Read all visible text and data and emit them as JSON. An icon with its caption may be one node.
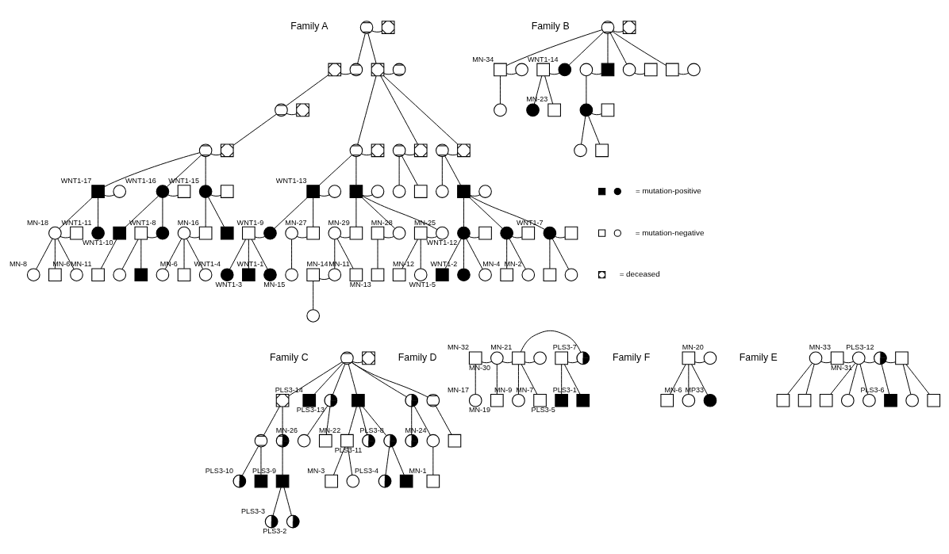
{
  "diagram": {
    "nodes": [
      {
        "text": [],
        "shape": "circle"
      },
      {
        "text": [],
        "shape": "box"
      },
      {
        "text": [],
        "shape": "box"
      },
      {
        "text": [],
        "shape": "circle"
      },
      {
        "text": [],
        "shape": "box"
      },
      {
        "text": [],
        "shape": "circle"
      },
      {
        "text": [],
        "shape": "circle"
      },
      {
        "text": [],
        "shape": "box"
      },
      {
        "text": [],
        "shape": "circle"
      },
      {
        "text": [],
        "shape": "box"
      },
      {
        "text": [],
        "shape": "circle"
      },
      {
        "text": [],
        "shape": "box"
      },
      {
        "text": [],
        "shape": "circle"
      },
      {
        "text": [],
        "shape": "box"
      },
      {
        "text": [],
        "shape": "circle"
      },
      {
        "text": [],
        "shape": "box"
      },
      {
        "text": [],
        "shape": "box",
        "beside": [
          "WNT1-17"
        ]
      },
      {
        "text": [],
        "shape": "circle"
      },
      {
        "text": [],
        "shape": "circle",
        "beside": [
          "WNT1-16"
        ]
      },
      {
        "text": [],
        "shape": "box"
      },
      {
        "text": [],
        "shape": "circle",
        "beside": [
          "WNT1-15"
        ]
      },
      {
        "text": [],
        "shape": "box"
      },
      {
        "text": [],
        "shape": "box",
        "beside": [
          "WNT1-13"
        ]
      },
      {
        "text": [],
        "shape": "circle"
      },
      {
        "text": [],
        "shape": "box"
      },
      {
        "text": [],
        "shape": "circle"
      },
      {
        "text": [],
        "shape": "circle"
      },
      {
        "text": [],
        "shape": "box"
      },
      {
        "text": [],
        "shape": "circle"
      },
      {
        "text": [],
        "shape": "box"
      },
      {
        "text": [],
        "shape": "circle"
      },
      {
        "text": [],
        "shape": "circle",
        "beside": [
          "MN-18"
        ]
      },
      {
        "text": [],
        "shape": "box"
      },
      {
        "text": [],
        "shape": "circle",
        "beside": [
          "WNT1-11"
        ]
      },
      {
        "text": [],
        "shape": "box",
        "beside": [
          "WNT1-10"
        ]
      },
      {
        "text": [],
        "shape": "box"
      },
      {
        "text": [],
        "shape": "circle",
        "beside": [
          "WNT1-8"
        ]
      },
      {
        "text": [],
        "shape": "circle"
      },
      {
        "text": [],
        "shape": "box",
        "beside": [
          "MN-16"
        ]
      },
      {
        "text": [],
        "shape": "box"
      },
      {
        "text": [],
        "shape": "box"
      },
      {
        "text": [],
        "shape": "circle",
        "beside": [
          "WNT1-9"
        ]
      },
      {
        "text": [],
        "shape": "circle"
      },
      {
        "text": [],
        "shape": "box",
        "beside": [
          "MN-27"
        ]
      },
      {
        "text": [],
        "shape": "circle"
      },
      {
        "text": [],
        "shape": "box",
        "beside": [
          "MN-29"
        ]
      },
      {
        "text": [],
        "shape": "box"
      },
      {
        "text": [],
        "shape": "circle",
        "beside": [
          "MN-28"
        ]
      },
      {
        "text": [],
        "shape": "box"
      },
      {
        "text": [],
        "shape": "circle",
        "beside": [
          "MN-25"
        ]
      },
      {
        "text": [],
        "shape": "circle",
        "beside": [
          "WNT1-12"
        ]
      },
      {
        "text": [],
        "shape": "box"
      },
      {
        "text": [],
        "shape": "circle"
      },
      {
        "text": [],
        "shape": "box"
      },
      {
        "text": [],
        "shape": "circle",
        "beside": [
          "WNT1-7"
        ]
      },
      {
        "text": [],
        "shape": "box"
      },
      {
        "text": [],
        "shape": "circle",
        "beside": [
          "MN-8"
        ]
      },
      {
        "text": [],
        "shape": "box"
      },
      {
        "text": [],
        "shape": "circle",
        "beside": [
          "MN-6"
        ]
      },
      {
        "text": [],
        "shape": "box",
        "beside": [
          "MN-11"
        ]
      },
      {
        "text": [],
        "shape": "circle"
      },
      {
        "text": [],
        "shape": "box"
      },
      {
        "text": [],
        "shape": "circle"
      },
      {
        "text": [],
        "shape": "box",
        "beside": [
          "MN-6"
        ]
      },
      {
        "text": [],
        "shape": "circle"
      },
      {
        "text": [],
        "shape": "circle",
        "beside": [
          "WNT1-4"
        ]
      },
      {
        "text": [],
        "shape": "box",
        "beside": [
          "WNT1-3"
        ]
      },
      {
        "text": [],
        "shape": "circle",
        "beside": [
          "WNT1-1"
        ]
      },
      {
        "text": [],
        "shape": "circle",
        "beside": [
          "MN-15"
        ]
      },
      {
        "text": [],
        "shape": "box"
      },
      {
        "text": [],
        "shape": "circle",
        "beside": [
          "MN-14"
        ]
      },
      {
        "text": [],
        "shape": "box",
        "beside": [
          "MN-11"
        ]
      },
      {
        "text": [],
        "shape": "box",
        "beside": [
          "MN-13"
        ]
      },
      {
        "text": [],
        "shape": "box"
      },
      {
        "text": [],
        "shape": "circle",
        "beside": [
          "MN-12"
        ]
      },
      {
        "text": [],
        "shape": "box",
        "beside": [
          "WNT1-5"
        ]
      },
      {
        "text": [],
        "shape": "circle",
        "beside": [
          "WNT1-2"
        ]
      },
      {
        "text": [],
        "shape": "circle"
      },
      {
        "text": [],
        "shape": "box",
        "beside": [
          "MN-4"
        ]
      },
      {
        "text": [],
        "shape": "circle",
        "beside": [
          "MN-2"
        ]
      },
      {
        "text": [],
        "shape": "box"
      },
      {
        "text": [],
        "shape": "circle"
      },
      {
        "text": [],
        "shape": "circle"
      },
      {
        "text": [],
        "shape": "circle"
      },
      {
        "text": [],
        "shape": "box"
      },
      {
        "text": [],
        "shape": "box",
        "beside": [
          "MN-34"
        ]
      },
      {
        "text": [],
        "shape": "circle"
      },
      {
        "text": [],
        "shape": "box"
      },
      {
        "text": [],
        "shape": "circle",
        "beside": [
          "WNT1-14"
        ]
      },
      {
        "text": [],
        "shape": "circle"
      },
      {
        "text": [],
        "shape": "box"
      },
      {
        "text": [],
        "shape": "circle"
      },
      {
        "text": [],
        "shape": "box"
      },
      {
        "text": [],
        "shape": "box"
      },
      {
        "text": [],
        "shape": "circle"
      },
      {
        "text": [],
        "shape": "circle"
      },
      {
        "text": [],
        "shape": "circle"
      },
      {
        "text": [],
        "shape": "box",
        "beside": [
          "MN-23"
        ]
      },
      {
        "text": [],
        "shape": "circle"
      },
      {
        "text": [],
        "shape": "box"
      },
      {
        "text": [],
        "shape": "circle"
      },
      {
        "text": [],
        "shape": "box"
      },
      {
        "text": [],
        "shape": "circle"
      },
      {
        "text": [],
        "shape": "box"
      },
      {
        "text": [],
        "shape": "box"
      },
      {
        "text": [],
        "shape": "box",
        "beside": [
          "PLS3-14"
        ]
      },
      {
        "text": [],
        "shape": "circle",
        "beside": [
          "PLS3-13"
        ]
      },
      {
        "text": [],
        "shape": "box"
      },
      {
        "text": [],
        "shape": "circle"
      },
      {
        "text": [],
        "shape": "circle"
      },
      {
        "text": [],
        "shape": "circle"
      },
      {
        "text": [],
        "shape": "circle"
      },
      {
        "text": [],
        "shape": "circle",
        "beside": [
          "MN-26"
        ]
      },
      {
        "text": [],
        "shape": "box"
      },
      {
        "text": [],
        "shape": "box",
        "beside": [
          "MN-22"
        ]
      },
      {
        "text": [],
        "shape": "circle",
        "beside": [
          "PLS3-11"
        ]
      },
      {
        "text": [],
        "shape": "circle",
        "beside": [
          "PLS3-8"
        ]
      },
      {
        "text": [],
        "shape": "circle"
      },
      {
        "text": [],
        "shape": "circle",
        "beside": [
          "MN-24"
        ]
      },
      {
        "text": [],
        "shape": "box"
      },
      {
        "text": [],
        "shape": "circle",
        "beside": [
          "PLS3-10"
        ]
      },
      {
        "text": [],
        "shape": "box"
      },
      {
        "text": [],
        "shape": "box",
        "beside": [
          "PLS3-9"
        ]
      },
      {
        "text": [],
        "shape": "box",
        "beside": [
          "MN-3"
        ]
      },
      {
        "text": [],
        "shape": "circle"
      },
      {
        "text": [],
        "shape": "circle",
        "beside": [
          "PLS3-4"
        ]
      },
      {
        "text": [],
        "shape": "box"
      },
      {
        "text": [],
        "shape": "box",
        "beside": [
          "MN-1"
        ]
      },
      {
        "text": [],
        "shape": "circle",
        "beside": [
          "PLS3-3"
        ]
      },
      {
        "text": [],
        "shape": "circle",
        "beside": [
          "PLS3-2"
        ]
      },
      {
        "text": [],
        "shape": "box",
        "beside": [
          "MN-32"
        ]
      },
      {
        "text": [],
        "shape": "circle",
        "beside": [
          "MN-30"
        ]
      },
      {
        "text": [],
        "shape": "box",
        "beside": [
          "MN-21"
        ]
      },
      {
        "text": [],
        "shape": "circle"
      },
      {
        "text": [],
        "shape": "box"
      },
      {
        "text": [],
        "shape": "circle",
        "beside": [
          "PLS3-7"
        ]
      },
      {
        "text": [],
        "shape": "circle",
        "beside": [
          "MN-17"
        ]
      },
      {
        "text": [],
        "shape": "box",
        "beside": [
          "MN-19"
        ]
      },
      {
        "text": [],
        "shape": "circle",
        "beside": [
          "MN-9"
        ]
      },
      {
        "text": [],
        "shape": "box",
        "beside": [
          "MN-7"
        ]
      },
      {
        "text": [],
        "shape": "box",
        "beside": [
          "PLS3-5"
        ]
      },
      {
        "text": [],
        "shape": "box",
        "beside": [
          "PLS3-1"
        ]
      },
      {
        "text": [],
        "shape": "box"
      },
      {
        "text": [],
        "shape": "circle",
        "beside": [
          "MN-20"
        ]
      },
      {
        "text": [],
        "shape": "box"
      },
      {
        "text": [],
        "shape": "circle",
        "beside": [
          "MN-6"
        ]
      },
      {
        "text": [],
        "shape": "circle",
        "beside": [
          "MP33"
        ]
      },
      {
        "text": [],
        "shape": "circle"
      },
      {
        "text": [],
        "shape": "box",
        "beside": [
          "MN-33"
        ]
      },
      {
        "text": [],
        "shape": "circle",
        "beside": [
          "MN-31"
        ]
      },
      {
        "text": [],
        "shape": "circle",
        "beside": [
          "PLS3-12"
        ]
      },
      {
        "text": [],
        "shape": "box"
      },
      {
        "text": [],
        "shape": "box"
      },
      {
        "text": [],
        "shape": "box"
      },
      {
        "text": [],
        "shape": "box"
      },
      {
        "text": [],
        "shape": "circle"
      },
      {
        "text": [],
        "shape": "circle"
      },
      {
        "text": [],
        "shape": "box",
        "beside": [
          "PLS3-6"
        ]
      },
      {
        "text": [],
        "shape": "circle"
      },
      {
        "text": [],
        "shape": "box"
      }
    ],
    "edges": [
      {
        "from": 0,
        "to": 1,
        "arrow": "none"
      },
      {
        "from": 0,
        "to": 3,
        "arrow": "none"
      },
      {
        "from": 0,
        "to": 4,
        "arrow": "none"
      },
      {
        "from": 2,
        "to": 3,
        "arrow": "none"
      },
      {
        "from": 2,
        "to": 6,
        "arrow": "none"
      },
      {
        "from": 4,
        "to": 5,
        "arrow": "none"
      },
      {
        "from": 4,
        "to": 10,
        "arrow": "none"
      },
      {
        "from": 4,
        "to": 13,
        "arrow": "none"
      },
      {
        "from": 4,
        "to": 15,
        "arrow": "none"
      },
      {
        "from": 6,
        "to": 7,
        "arrow": "none"
      },
      {
        "from": 6,
        "to": 9,
        "arrow": "none"
      },
      {
        "from": 8,
        "to": 9,
        "arrow": "none"
      },
      {
        "from": 8,
        "to": 16,
        "arrow": "none"
      },
      {
        "from": 8,
        "to": 18,
        "arrow": "none"
      },
      {
        "from": 8,
        "to": 20,
        "arrow": "none"
      },
      {
        "from": 10,
        "to": 11,
        "arrow": "none"
      },
      {
        "from": 10,
        "to": 22,
        "arrow": "none"
      },
      {
        "from": 10,
        "to": 24,
        "arrow": "none"
      },
      {
        "from": 12,
        "to": 13,
        "arrow": "none"
      },
      {
        "from": 12,
        "to": 26,
        "arrow": "none"
      },
      {
        "from": 12,
        "to": 27,
        "arrow": "none"
      },
      {
        "from": 14,
        "to": 15,
        "arrow": "none"
      },
      {
        "from": 14,
        "to": 28,
        "arrow": "none"
      },
      {
        "from": 14,
        "to": 29,
        "arrow": "none"
      },
      {
        "from": 16,
        "to": 17,
        "arrow": "none"
      },
      {
        "from": 16,
        "to": 31,
        "arrow": "none"
      },
      {
        "from": 16,
        "to": 33,
        "arrow": "none"
      },
      {
        "from": 18,
        "to": 19,
        "arrow": "none"
      },
      {
        "from": 18,
        "to": 34,
        "arrow": "none"
      },
      {
        "from": 18,
        "to": 36,
        "arrow": "none"
      },
      {
        "from": 20,
        "to": 21,
        "arrow": "none"
      },
      {
        "from": 20,
        "to": 38,
        "arrow": "none"
      },
      {
        "from": 20,
        "to": 39,
        "arrow": "none"
      },
      {
        "from": 22,
        "to": 23,
        "arrow": "none"
      },
      {
        "from": 22,
        "to": 41,
        "arrow": "none"
      },
      {
        "from": 22,
        "to": 43,
        "arrow": "none"
      },
      {
        "from": 24,
        "to": 25,
        "arrow": "none"
      },
      {
        "from": 24,
        "to": 45,
        "arrow": "none"
      },
      {
        "from": 24,
        "to": 47,
        "arrow": "none"
      },
      {
        "from": 24,
        "to": 49,
        "arrow": "none"
      },
      {
        "from": 29,
        "to": 30,
        "arrow": "none"
      },
      {
        "from": 29,
        "to": 50,
        "arrow": "none"
      },
      {
        "from": 29,
        "to": 52,
        "arrow": "none"
      },
      {
        "from": 29,
        "to": 54,
        "arrow": "none"
      },
      {
        "from": 31,
        "to": 32,
        "arrow": "none"
      },
      {
        "from": 31,
        "to": 56,
        "arrow": "none"
      },
      {
        "from": 31,
        "to": 57,
        "arrow": "none"
      },
      {
        "from": 31,
        "to": 58,
        "arrow": "none"
      },
      {
        "from": 34,
        "to": 59,
        "arrow": "none"
      },
      {
        "from": 35,
        "to": 36,
        "arrow": "none"
      },
      {
        "from": 35,
        "to": 60,
        "arrow": "none"
      },
      {
        "from": 35,
        "to": 61,
        "arrow": "none"
      },
      {
        "from": 37,
        "to": 38,
        "arrow": "none"
      },
      {
        "from": 37,
        "to": 62,
        "arrow": "none"
      },
      {
        "from": 37,
        "to": 63,
        "arrow": "none"
      },
      {
        "from": 37,
        "to": 64,
        "arrow": "none"
      },
      {
        "from": 40,
        "to": 41,
        "arrow": "none"
      },
      {
        "from": 40,
        "to": 65,
        "arrow": "none"
      },
      {
        "from": 40,
        "to": 66,
        "arrow": "none"
      },
      {
        "from": 40,
        "to": 67,
        "arrow": "none"
      },
      {
        "from": 42,
        "to": 43,
        "arrow": "none"
      },
      {
        "from": 42,
        "to": 68,
        "arrow": "none"
      },
      {
        "from": 44,
        "to": 45,
        "arrow": "none"
      },
      {
        "from": 44,
        "to": 70,
        "arrow": "none"
      },
      {
        "from": 44,
        "to": 71,
        "arrow": "none"
      },
      {
        "from": 46,
        "to": 47,
        "arrow": "none"
      },
      {
        "from": 46,
        "to": 72,
        "arrow": "none"
      },
      {
        "from": 48,
        "to": 49,
        "arrow": "none"
      },
      {
        "from": 48,
        "to": 73,
        "arrow": "none"
      },
      {
        "from": 48,
        "to": 74,
        "arrow": "none"
      },
      {
        "from": 50,
        "to": 51,
        "arrow": "none"
      },
      {
        "from": 50,
        "to": 75,
        "arrow": "none"
      },
      {
        "from": 50,
        "to": 76,
        "arrow": "none"
      },
      {
        "from": 50,
        "to": 77,
        "arrow": "none"
      },
      {
        "from": 52,
        "to": 53,
        "arrow": "none"
      },
      {
        "from": 52,
        "to": 78,
        "arrow": "none"
      },
      {
        "from": 52,
        "to": 79,
        "arrow": "none"
      },
      {
        "from": 54,
        "to": 55,
        "arrow": "none"
      },
      {
        "from": 54,
        "to": 80,
        "arrow": "none"
      },
      {
        "from": 54,
        "to": 81,
        "arrow": "none"
      },
      {
        "from": 69,
        "to": 70,
        "arrow": "none"
      },
      {
        "from": 69,
        "to": 82,
        "arrow": "none"
      },
      {
        "from": 83,
        "to": 84,
        "arrow": "none"
      },
      {
        "from": 83,
        "to": 85,
        "arrow": "none"
      },
      {
        "from": 83,
        "to": 88,
        "arrow": "none"
      },
      {
        "from": 83,
        "to": 90,
        "arrow": "none"
      },
      {
        "from": 83,
        "to": 91,
        "arrow": "none"
      },
      {
        "from": 83,
        "to": 93,
        "arrow": "none"
      },
      {
        "from": 85,
        "to": 86,
        "arrow": "none"
      },
      {
        "from": 85,
        "to": 95,
        "arrow": "none"
      },
      {
        "from": 87,
        "to": 88,
        "arrow": "none"
      },
      {
        "from": 87,
        "to": 96,
        "arrow": "none"
      },
      {
        "from": 87,
        "to": 97,
        "arrow": "none"
      },
      {
        "from": 89,
        "to": 90,
        "arrow": "none"
      },
      {
        "from": 89,
        "to": 98,
        "arrow": "none"
      },
      {
        "from": 91,
        "to": 92,
        "arrow": "none"
      },
      {
        "from": 93,
        "to": 94,
        "arrow": "none"
      },
      {
        "from": 98,
        "to": 99,
        "arrow": "none"
      },
      {
        "from": 98,
        "to": 100,
        "arrow": "none"
      },
      {
        "from": 98,
        "to": 101,
        "arrow": "none"
      },
      {
        "from": 102,
        "to": 103,
        "arrow": "none"
      },
      {
        "from": 102,
        "to": 104,
        "arrow": "none"
      },
      {
        "from": 102,
        "to": 105,
        "arrow": "none"
      },
      {
        "from": 102,
        "to": 106,
        "arrow": "none"
      },
      {
        "from": 102,
        "to": 107,
        "arrow": "none"
      },
      {
        "from": 102,
        "to": 108,
        "arrow": "none"
      },
      {
        "from": 102,
        "to": 109,
        "arrow": "none"
      },
      {
        "from": 104,
        "to": 110,
        "arrow": "none"
      },
      {
        "from": 104,
        "to": 111,
        "arrow": "none"
      },
      {
        "from": 106,
        "to": 112,
        "arrow": "none"
      },
      {
        "from": 106,
        "to": 113,
        "arrow": "none"
      },
      {
        "from": 107,
        "to": 114,
        "arrow": "none"
      },
      {
        "from": 107,
        "to": 115,
        "arrow": "none"
      },
      {
        "from": 107,
        "to": 116,
        "arrow": "none"
      },
      {
        "from": 108,
        "to": 117,
        "arrow": "none"
      },
      {
        "from": 108,
        "to": 118,
        "arrow": "none"
      },
      {
        "from": 109,
        "to": 119,
        "arrow": "none"
      },
      {
        "from": 110,
        "to": 120,
        "arrow": "none"
      },
      {
        "from": 110,
        "to": 121,
        "arrow": "none"
      },
      {
        "from": 111,
        "to": 122,
        "arrow": "none"
      },
      {
        "from": 114,
        "to": 123,
        "arrow": "none"
      },
      {
        "from": 114,
        "to": 124,
        "arrow": "none"
      },
      {
        "from": 116,
        "to": 125,
        "arrow": "none"
      },
      {
        "from": 116,
        "to": 126,
        "arrow": "none"
      },
      {
        "from": 118,
        "to": 127,
        "arrow": "none"
      },
      {
        "from": 122,
        "to": 128,
        "arrow": "none"
      },
      {
        "from": 122,
        "to": 129,
        "arrow": "none"
      },
      {
        "from": 130,
        "to": 131,
        "arrow": "none"
      },
      {
        "from": 131,
        "to": 132,
        "arrow": "none"
      },
      {
        "from": 132,
        "to": 135,
        "arrow": "none"
      },
      {
        "from": 132,
        "to": 133,
        "arrow": "none"
      },
      {
        "from": 134,
        "to": 135,
        "arrow": "none"
      },
      {
        "from": 130,
        "to": 136,
        "arrow": "none"
      },
      {
        "from": 131,
        "to": 137,
        "arrow": "none"
      },
      {
        "from": 132,
        "to": 138,
        "arrow": "none"
      },
      {
        "from": 132,
        "to": 139,
        "arrow": "none"
      },
      {
        "from": 134,
        "to": 140,
        "arrow": "none"
      },
      {
        "from": 134,
        "to": 141,
        "arrow": "none"
      },
      {
        "from": 142,
        "to": 143,
        "arrow": "none"
      },
      {
        "from": 142,
        "to": 144,
        "arrow": "none"
      },
      {
        "from": 142,
        "to": 145,
        "arrow": "none"
      },
      {
        "from": 142,
        "to": 146,
        "arrow": "none"
      },
      {
        "from": 147,
        "to": 148,
        "arrow": "none"
      },
      {
        "from": 148,
        "to": 149,
        "arrow": "none"
      },
      {
        "from": 149,
        "to": 150,
        "arrow": "none"
      },
      {
        "from": 150,
        "to": 151,
        "arrow": "none"
      },
      {
        "from": 147,
        "to": 152,
        "arrow": "none"
      },
      {
        "from": 147,
        "to": 153,
        "arrow": "none"
      },
      {
        "from": 149,
        "to": 154,
        "arrow": "none"
      },
      {
        "from": 149,
        "to": 155,
        "arrow": "none"
      },
      {
        "from": 149,
        "to": 156,
        "arrow": "none"
      },
      {
        "from": 150,
        "to": 157,
        "arrow": "none"
      },
      {
        "from": 151,
        "to": 158,
        "arrow": "none"
      },
      {
        "from": 151,
        "to": 159,
        "arrow": "none"
      }
    ],
    "labels": [
      "Family A",
      "Family B",
      "Family C",
      "Family D",
      "Family F",
      "Family E"
    ],
    "legend": [
      {
        "text": "= mutation-positive"
      },
      {
        "text": "= mutation-negative"
      },
      {
        "text": "= deceased"
      }
    ]
  }
}
